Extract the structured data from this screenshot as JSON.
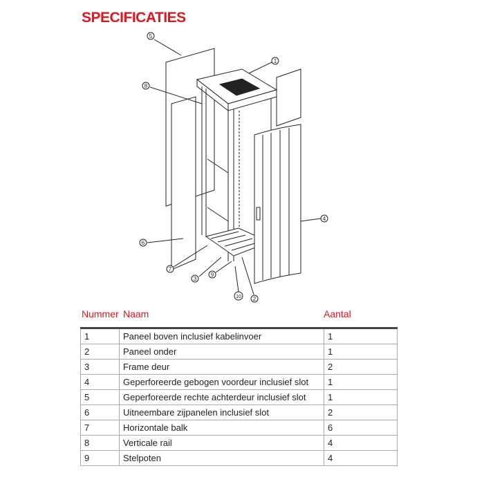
{
  "title": "SPECIFICATIES",
  "diagram": {
    "callouts": [
      "1",
      "2",
      "3",
      "4",
      "5",
      "6",
      "7",
      "8",
      "9",
      "10"
    ]
  },
  "table": {
    "headers": {
      "nummer": "Nummer",
      "naam": "Naam",
      "aantal": "Aantal"
    },
    "rows": [
      {
        "nr": "1",
        "naam": "Paneel boven inclusief kabelinvoer",
        "aantal": "1"
      },
      {
        "nr": "2",
        "naam": "Paneel onder",
        "aantal": "1"
      },
      {
        "nr": "3",
        "naam": "Frame deur",
        "aantal": "2"
      },
      {
        "nr": "4",
        "naam": "Geperforeerde gebogen voordeur inclusief slot",
        "aantal": "1"
      },
      {
        "nr": "5",
        "naam": "Geperforeerde rechte achterdeur inclusief slot",
        "aantal": "1"
      },
      {
        "nr": "6",
        "naam": "Uitneembare zijpanelen inclusief slot",
        "aantal": "2"
      },
      {
        "nr": "7",
        "naam": "Horizontale balk",
        "aantal": "6"
      },
      {
        "nr": "8",
        "naam": "Verticale rail",
        "aantal": "4"
      },
      {
        "nr": "9",
        "naam": "Stelpoten",
        "aantal": "4"
      }
    ]
  }
}
